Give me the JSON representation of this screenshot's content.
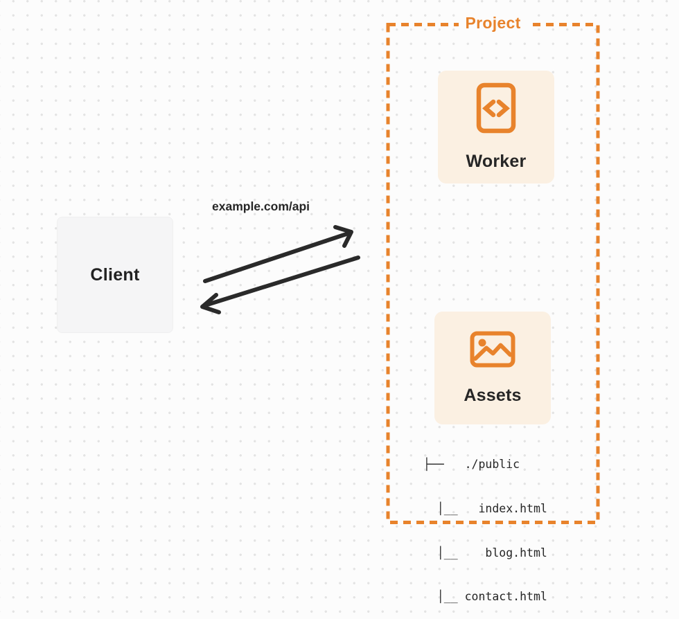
{
  "diagram": {
    "client": {
      "label": "Client"
    },
    "request_label": "example.com/api",
    "project": {
      "label": "Project",
      "worker": {
        "label": "Worker",
        "icon": "code-file-icon"
      },
      "assets": {
        "label": "Assets",
        "icon": "image-icon"
      },
      "file_tree": {
        "lines": [
          "├──   ./public",
          "  │__   index.html",
          "  │__    blog.html",
          "  │__ contact.html"
        ]
      }
    },
    "colors": {
      "accent_orange": "#E8832C",
      "card_background": "#FBF0E2",
      "client_background": "#F5F5F6",
      "ink": "#2A2A2A",
      "page_background": "#FCFCFC",
      "dot_grid": "#E3E3E3"
    }
  }
}
